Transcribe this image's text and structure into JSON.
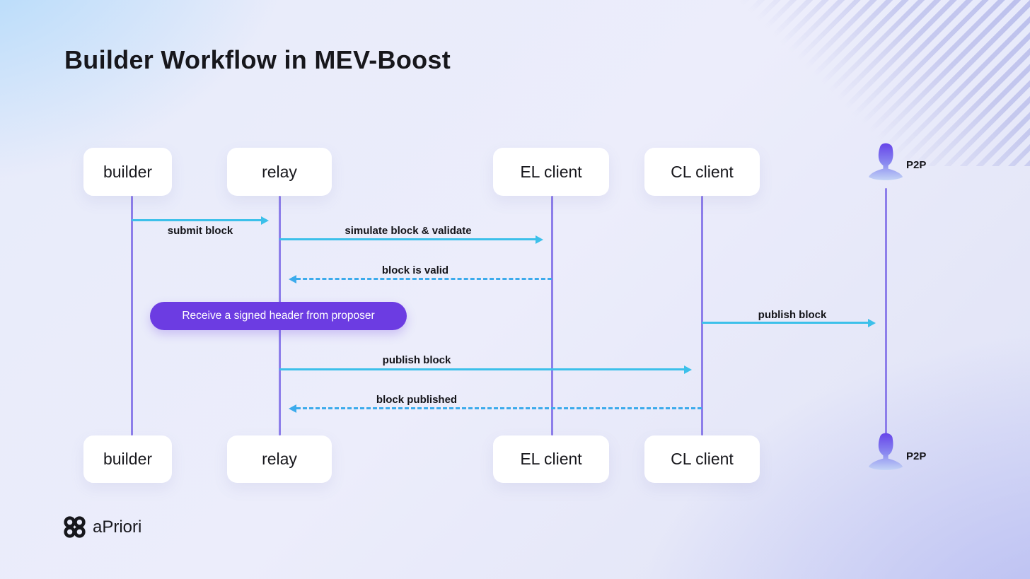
{
  "title": "Builder Workflow in MEV-Boost",
  "actors": {
    "builder": "builder",
    "relay": "relay",
    "el_client": "EL client",
    "cl_client": "CL client",
    "p2p": "P2P"
  },
  "messages": {
    "submit_block": "submit block",
    "simulate_validate": "simulate block & validate",
    "block_is_valid": "block is valid",
    "publish_block_p2p": "publish block",
    "publish_block": "publish block",
    "block_published": "block published"
  },
  "note": "Receive a signed header from proposer",
  "brand": "aPriori",
  "colors": {
    "solid_arrow": "#3cc0ea",
    "dashed_arrow": "#3cabec",
    "lifeline": "#8d7eea",
    "note_pill": "#6c3ce2",
    "text": "#17171c",
    "box_bg": "#ffffff"
  }
}
